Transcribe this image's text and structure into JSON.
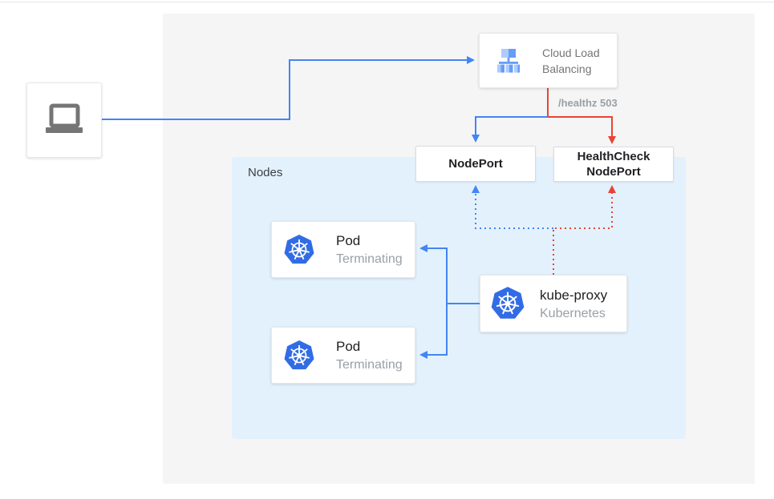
{
  "colors": {
    "blue": "#4285f4",
    "red": "#ea4335",
    "background_panel": "#f5f5f5",
    "nodes_panel": "#e3f1fd",
    "kubernetes_blue": "#326ce5",
    "clb_icon_light": "#aecbfa",
    "clb_icon_medium": "#669df6",
    "laptop_gray": "#757575"
  },
  "diagram": {
    "nodes_panel_label": "Nodes",
    "cloud_load_balancing": {
      "title": "Cloud Load Balancing"
    },
    "healthz_label": "/healthz 503",
    "nodeport_label": "NodePort",
    "healthcheck_nodeport_label": "HealthCheck NodePort",
    "pods": [
      {
        "title": "Pod",
        "subtitle": "Terminating"
      },
      {
        "title": "Pod",
        "subtitle": "Terminating"
      }
    ],
    "kube_proxy": {
      "title": "kube-proxy",
      "subtitle": "Kubernetes"
    }
  }
}
